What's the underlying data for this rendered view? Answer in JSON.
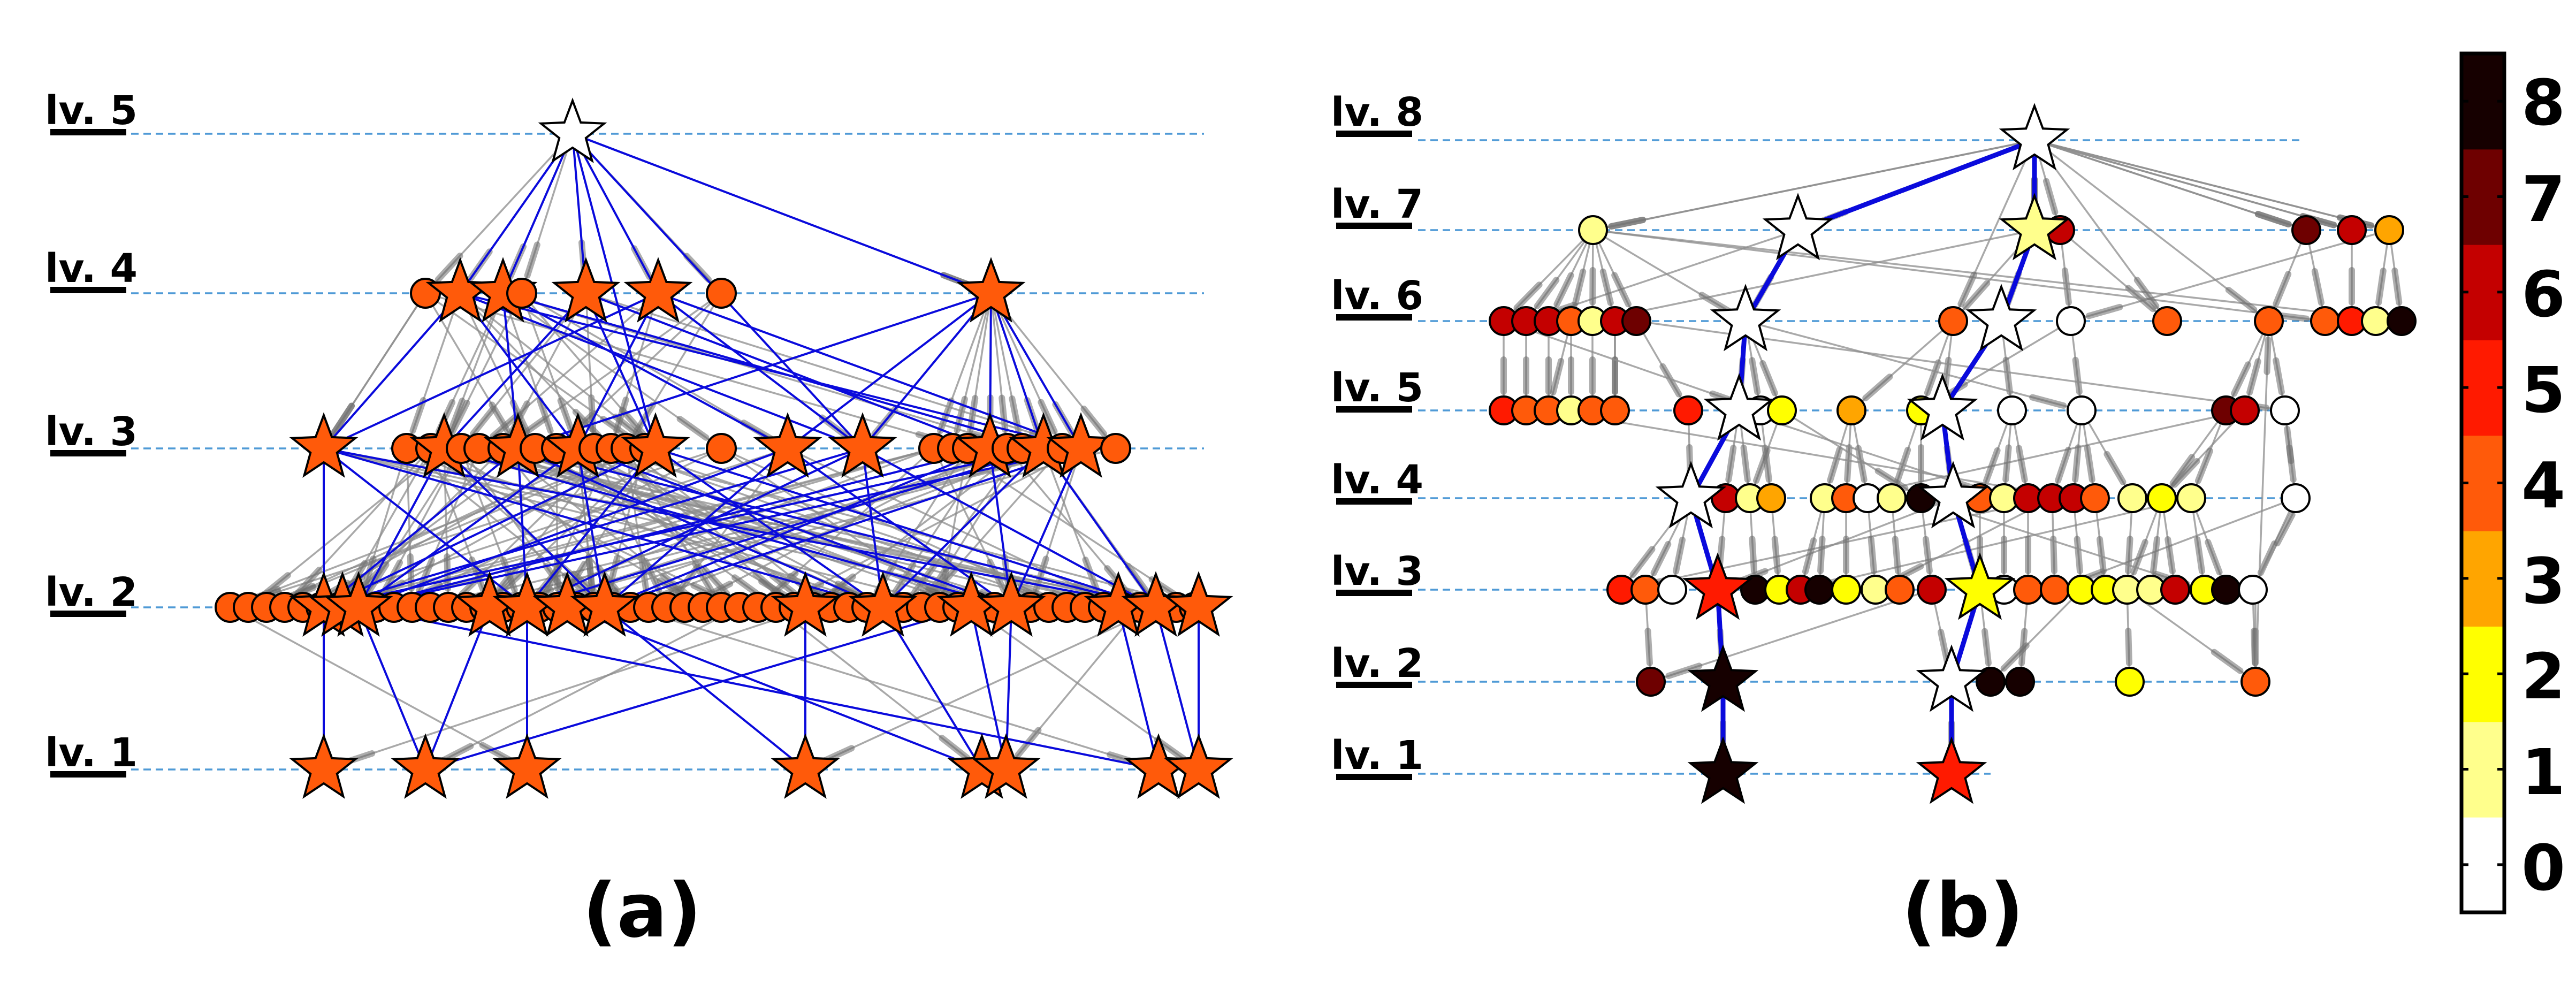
{
  "panels": [
    {
      "caption": "(a)",
      "levels": [
        "lv. 1",
        "lv. 2",
        "lv. 3",
        "lv. 4",
        "lv. 5"
      ],
      "node_color": "#ff5a0a"
    },
    {
      "caption": "(b)",
      "levels": [
        "lv. 1",
        "lv. 2",
        "lv. 3",
        "lv. 4",
        "lv. 5",
        "lv. 6",
        "lv. 7",
        "lv. 8"
      ]
    }
  ],
  "colorbar": {
    "ticks": [
      "0",
      "1",
      "2",
      "3",
      "4",
      "5",
      "6",
      "7",
      "8"
    ],
    "colors": [
      "#ffffff",
      "#ffff8c",
      "#ffff00",
      "#ffa500",
      "#ff5a0a",
      "#ff1a00",
      "#c40000",
      "#6e0000",
      "#160000"
    ]
  },
  "styles": {
    "path_edge_color": "#0a0adc",
    "other_edge_color": "#8c8c8c",
    "guide_color": "#4f9ad6"
  }
}
